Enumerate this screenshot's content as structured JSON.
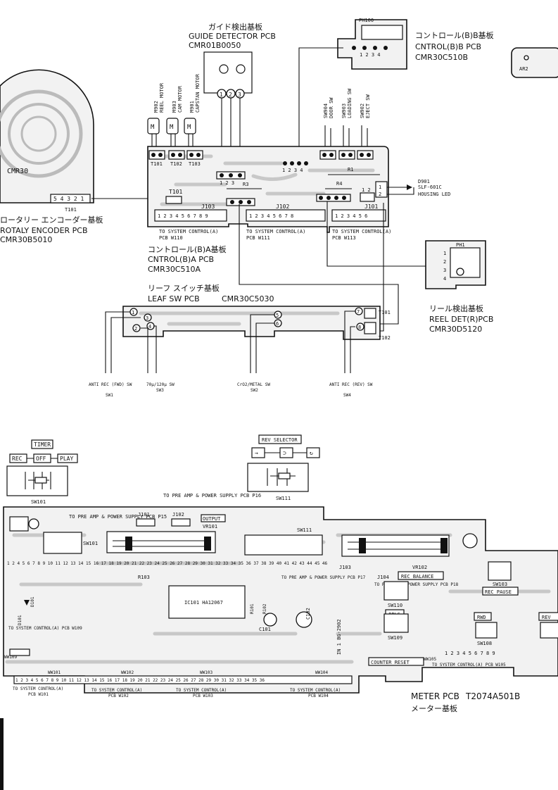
{
  "guide": {
    "jp": "ガイド検出基板",
    "en": "GUIDE DETECTOR PCB",
    "code": "CMR01B0050"
  },
  "cntrl_b_b": {
    "jp": "コントロール(B)B基板",
    "en": "CNTROL(B)B PCB",
    "code": "CMR30C510B",
    "ph": "PH100"
  },
  "rotaly": {
    "jp": "ロータリー エンコーダー基板",
    "en": "ROTALY ENCODER PCB",
    "code": "CMR30B5010",
    "silk": "CMR30",
    "t": "T101",
    "pins": "5 4 3 2 1"
  },
  "cntrl_b_a": {
    "jp": "コントロール(B)A基板",
    "en": "CNTROL(B)A PCB",
    "code": "CMR30C510A"
  },
  "leaf": {
    "jp": "リーフ スイッチ基板",
    "en": "LEAF SW PCB",
    "code": "CMR30C5030"
  },
  "reel": {
    "jp": "リール検出基板",
    "en": "REEL DET(R)PCB",
    "code": "CMR30D5120",
    "ph": "PH1"
  },
  "meter": {
    "en": "METER PCB",
    "code": "T2074A501B",
    "jp": "メーター基板"
  },
  "motors": [
    {
      "id": "M902",
      "name": "REEL MOTOR"
    },
    {
      "id": "M903",
      "name": "CAM MOTOR"
    },
    {
      "id": "M901",
      "name": "CAPSTAN MOTOR"
    }
  ],
  "motor_terms": [
    "T101",
    "T102",
    "T103"
  ],
  "switches_top": [
    {
      "id": "SW904",
      "name": "DOOR SW"
    },
    {
      "id": "SW903",
      "name": "LOADING SW"
    },
    {
      "id": "SW902",
      "name": "EJECT SW"
    }
  ],
  "connectors_b_a": [
    "T101",
    "J103",
    "J102",
    "J101"
  ],
  "to_system_b_a": [
    {
      "text": "TO SYSTEM CONTROL(A)",
      "pcb": "PCB W110"
    },
    {
      "text": "TO SYSTEM CONTROL(A)",
      "pcb": "PCB W111"
    },
    {
      "text": "TO SYSTEM CONTROL(A)",
      "pcb": "PCB W113"
    }
  ],
  "resistors": [
    "R1",
    "R3",
    "R4"
  ],
  "led": {
    "id": "D901",
    "part": "SLF-601C",
    "name": "HOUSING LED"
  },
  "leaf_terms": [
    "T101",
    "T102"
  ],
  "leaf_switches": [
    {
      "name": "ANTI REC (FWD) SW",
      "id": "SW1"
    },
    {
      "name": "70μ/120μ SW",
      "id": "SW3"
    },
    {
      "name": "CrO2/METAL SW",
      "id": "SW2"
    },
    {
      "name": "ANTI REC (REV) SW",
      "id": "SW4"
    }
  ],
  "timer": {
    "title": "TIMER",
    "opts": [
      "REC",
      "OFF",
      "PLAY"
    ],
    "id": "SW101"
  },
  "rev_selector": {
    "title": "REV SELECTOR",
    "id": "SW111"
  },
  "meter_labels": {
    "to_pre_p16": "TO PRE AMP & POWER SUPPLY PCB P16",
    "to_pre_p15": "TO PRE AMP & POWER SUPPLY PCB P15",
    "to_pre_p17": "TO PRE AMP & POWER SUPPLY PCB P17",
    "to_pre_p18": "TO PRE AMP & POWER SUPPLY PCB P18",
    "output": "OUTPUT",
    "vr101": "VR101",
    "vr102": "VR102",
    "rec_balance": "REC BALANCE",
    "rec_pause": "REC PAUSE",
    "ipls": "IPLS",
    "rwd": "RWD",
    "rev": "REV",
    "counter_reset": "COUNTER RESET",
    "ic": "IC101 HA12067",
    "in1": "IN 1 BG-2902",
    "sw111": "SW111",
    "sw101": "SW101",
    "sw110": "SW110",
    "sw109": "SW109",
    "sw108": "SW108",
    "sw103": "SW103",
    "j101": "J101",
    "j102": "J102",
    "j103": "J103",
    "j104": "J104",
    "r103": "R103",
    "r101": "R101",
    "r102": "R102",
    "c101": "C101",
    "c102": "C102",
    "d101": "D101",
    "d101b": "D101",
    "to_sys_w109": "TO SYSTEM CONTROL(A) PCB W109",
    "to_sys_w105": "TO SYSTEM CONTROL(A) PCB W105",
    "ww105": "WW105"
  },
  "meter_bottom": [
    {
      "text": "TO SYSTEM CONTROL(A)",
      "pcb": "PCB W101"
    },
    {
      "text": "TO SYSTEM CONTROL(A)",
      "pcb": "PCB W102"
    },
    {
      "text": "TO SYSTEM CONTROL(A)",
      "pcb": "PCB W103"
    },
    {
      "text": "TO SYSTEM CONTROL(A)",
      "pcb": "PCB W104"
    }
  ],
  "ww_labels": [
    "WW109",
    "WW101",
    "WW102",
    "WW103",
    "WW104"
  ],
  "misc": {
    "ar2": "AR2"
  }
}
